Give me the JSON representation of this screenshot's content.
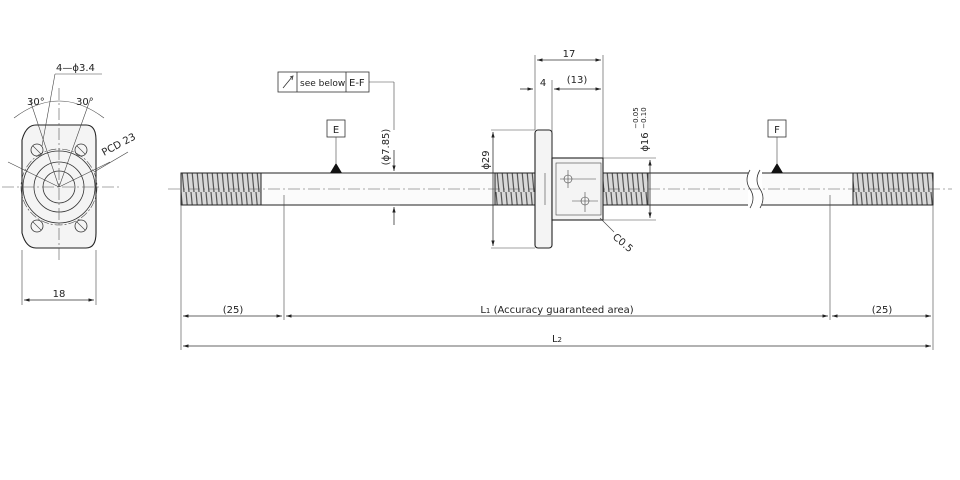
{
  "end_view": {
    "holes_label": "4—ϕ3.4",
    "angle_left": "30°",
    "angle_right": "30°",
    "pcd_label": "PCD 23",
    "width_label": "18"
  },
  "top_dims": {
    "flange_length": "17",
    "flange_thickness": "4",
    "body_length": "(13)"
  },
  "datum_box": {
    "symbol_name": "circular-runout-icon",
    "see_text": "see below",
    "datum_ref": "E-F"
  },
  "datum_e": "E",
  "datum_f": "F",
  "diameters": {
    "shaft_dia": "(ϕ7.85)",
    "flange_dia": "ϕ29",
    "nut_dia": "ϕ16",
    "nut_tol_upper": "−0.05",
    "nut_tol_lower": "−0.10"
  },
  "chamfer": "C0.5",
  "bottom_dims": {
    "left_end": "(25)",
    "l1_symbol": "L",
    "l1_sub": "1",
    "l1_text": " (Accuracy guaranteed area)",
    "right_end": "(25)",
    "l2_symbol": "L",
    "l2_sub": "2"
  }
}
